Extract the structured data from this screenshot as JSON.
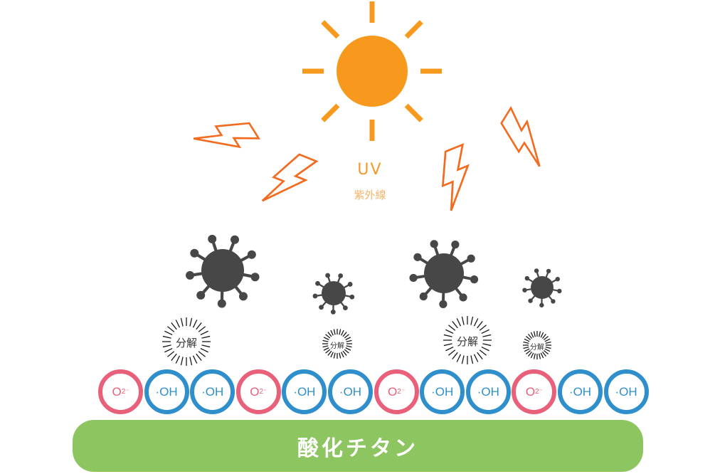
{
  "uv": {
    "label": "UV",
    "sublabel": "紫外線"
  },
  "decompose_label": "分解",
  "base": {
    "label": "酸化チタン"
  },
  "molecules": [
    {
      "type": "o2",
      "text": "O",
      "sup": "2⁻"
    },
    {
      "type": "oh",
      "text": "·OH"
    },
    {
      "type": "oh",
      "text": "·OH"
    },
    {
      "type": "o2",
      "text": "O",
      "sup": "2⁻"
    },
    {
      "type": "oh",
      "text": "·OH"
    },
    {
      "type": "oh",
      "text": "·OH"
    },
    {
      "type": "o2",
      "text": "O",
      "sup": "2⁻"
    },
    {
      "type": "oh",
      "text": "·OH"
    },
    {
      "type": "oh",
      "text": "·OH"
    },
    {
      "type": "o2",
      "text": "O",
      "sup": "2⁻"
    },
    {
      "type": "oh",
      "text": "·OH"
    },
    {
      "type": "oh",
      "text": "·OH"
    }
  ],
  "colors": {
    "sun": "#f7991c",
    "bolt": "#f26b1f",
    "virus": "#474747",
    "oh": "#2f8fcd",
    "o2": "#e8607a",
    "base": "#8dc561"
  }
}
